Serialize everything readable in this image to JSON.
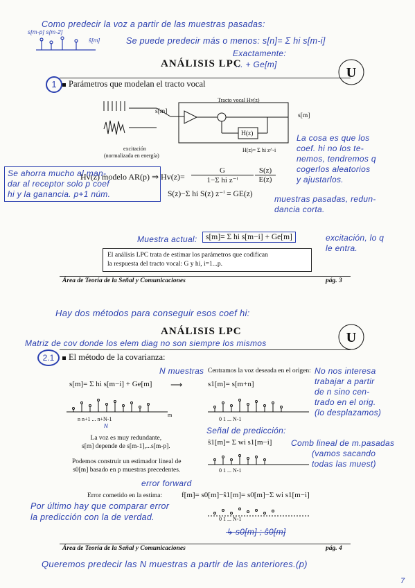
{
  "page1": {
    "note_top_1": "Como predecir la voz a partir de las muestras pasadas:",
    "note_top_2": "Se puede predecir más o menos: s[n]= Σ hi s[m-i]",
    "note_exact": "Exactamente:",
    "note_exact_2": "... + Ge[m]",
    "note_sm": "s[m-p]  s[m-2]",
    "note_sm2": "ŝ[m]",
    "title": "ANÁLISIS LPC",
    "section_number": "1",
    "section_title": "Parámetros que modelan el tracto vocal",
    "diagram_label_tract": "Tracto vocal Hv(z)",
    "diagram_label_sm": "s[m]",
    "diagram_label_excitation": "excitación",
    "diagram_label_excitation_sub": "(normalizada en energía)",
    "diagram_label_H": "H(z)",
    "diagram_label_Hsum": "H(z)= Σ hi z^-i",
    "formula_ar": "Hv(z) modelo AR(p) ⇒ Hv(z)=",
    "formula_ar_num": "G",
    "formula_ar_den": "1−Σ hi z⁻ⁱ",
    "formula_ar_rhs_num": "S(z)",
    "formula_ar_rhs_den": "E(z)",
    "formula_sz": "S(z)−Σ hi S(z) z⁻ⁱ = GE(z)",
    "formula_actual_label": "Muestra actual:",
    "formula_actual": "s[m]= Σ hi s[m−i] + Ge[m]",
    "box_text_1": "El análisis LPC trata de estimar los parámetros que codifican",
    "box_text_2": "la respuesta del tracto vocal: G y hi, i=1...p.",
    "note_coef_1": "La cosa es que los",
    "note_coef_2": "coef. hi no los te-",
    "note_coef_3": "nemos, tendremos q",
    "note_coef_4": "cogerlos aleatorios",
    "note_coef_5": "y ajustarlos.",
    "note_ahorro_1": "Se ahorra mucho al man-",
    "note_ahorro_2": "dar al receptor solo p coef",
    "note_ahorro_3": "hi y la ganancia. p+1 núm.",
    "note_pasadas_1": "muestras pasadas, redun-",
    "note_pasadas_2": "dancia corta.",
    "note_excitacion_1": "excitación, lo q",
    "note_excitacion_2": "le entra.",
    "footer": "Área de Teoría de la Señal y Comunicaciones",
    "page": "pág. 3"
  },
  "page2": {
    "note_hay": "Hay dos métodos para conseguir esos coef hi:",
    "title": "ANÁLISIS LPC",
    "note_matriz": "Matriz de cov donde los elem diag no son siempre los mismos",
    "section_number": "2.1",
    "section_title": "El método de la covarianza:",
    "note_nmuestras": "N muestras",
    "centramos": "Centramos la voz deseada en el origen:",
    "formula_sm": "s[m]= Σ hi s[m−i] + Ge[m]",
    "formula_s1": "s1[m]= s[m+n]",
    "axis_labels_1": "n n+1 ...  n+N-1",
    "axis_m": "m",
    "axis_N": "N",
    "axis_labels_2": "0 1 ...  N-1",
    "note_interesa_1": "No nos interesa",
    "note_interesa_2": "trabajar a partir",
    "note_interesa_3": "de n sino cen-",
    "note_interesa_4": "trado en el orig.",
    "note_interesa_5": "(lo desplazamos)",
    "redundante_1": "La voz es muy redundante,",
    "redundante_2": "s[m] depende de s[m-1],...s[m-p].",
    "note_senal_pred": "Señal de predicción:",
    "formula_pred": "ŝ1[m]= Σ wi s1[m−i]",
    "note_comb_1": "Comb lineal de m.pasadas",
    "note_comb_2": "(vamos sacando",
    "note_comb_3": "todas las muest)",
    "estimador_1": "Podemos construir un estimador lineal de",
    "estimador_2": "s0[m] basado en p muestras precedentes.",
    "axis_labels_3": "0 1 ...  N-1",
    "note_error_fwd": "error forward",
    "error_label": "Error cometido en la estima:",
    "formula_error": "f[m]= s0[m]−ŝ1[m]= s0[m]−Σ wi s1[m−i]",
    "note_ultimo_1": "Por último hay que comparar error",
    "note_ultimo_2": "la predicción con la de verdad.",
    "axis_labels_4": "0 1 ...  N-1",
    "note_strike": "↳ s0[m] ; ŝ0[m]",
    "footer": "Área de Teoría de la Señal y Comunicaciones",
    "page": "pág. 4",
    "note_bottom": "Queremos predecir las N muestras a partir de las anteriores.(p)",
    "corner": "7"
  },
  "colors": {
    "ink": "#2a3fb0",
    "print": "#111111"
  }
}
